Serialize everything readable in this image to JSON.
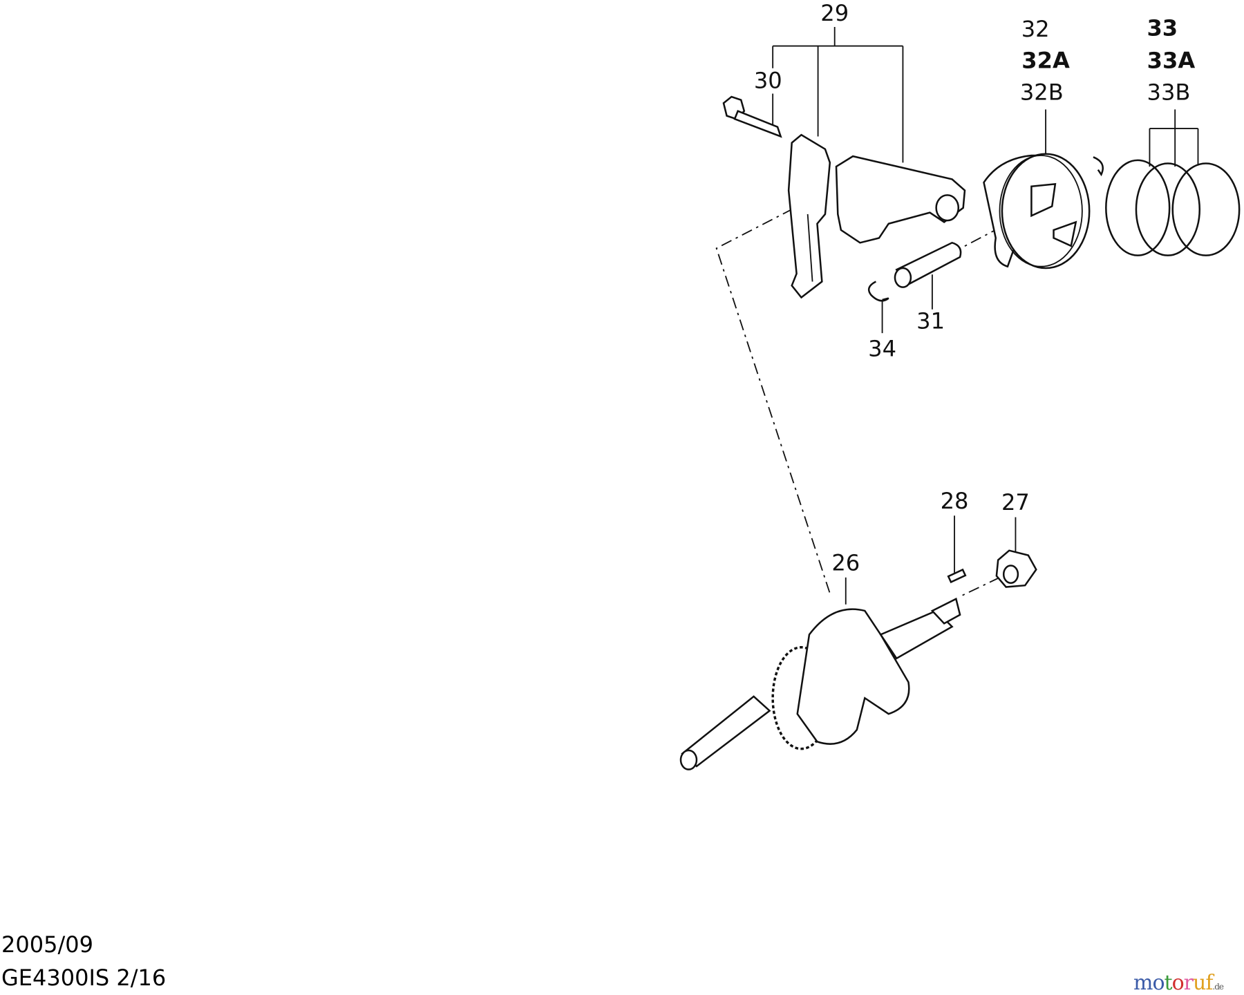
{
  "callouts": {
    "c26": "26",
    "c27": "27",
    "c28": "28",
    "c29": "29",
    "c30": "30",
    "c31": "31",
    "c32": "32",
    "c32a": "32A",
    "c32b": "32B",
    "c33": "33",
    "c33a": "33A",
    "c33b": "33B",
    "c34": "34"
  },
  "footer": {
    "date": "2005/09",
    "model_page": "GE4300IS 2/16"
  },
  "watermark": {
    "text": "motoruf",
    "suffix": ".de",
    "colors": [
      "#3b5ba8",
      "#3b5ba8",
      "#3a9a3a",
      "#d12f2f",
      "#e05aa0",
      "#e0a020",
      "#e0a020"
    ]
  }
}
